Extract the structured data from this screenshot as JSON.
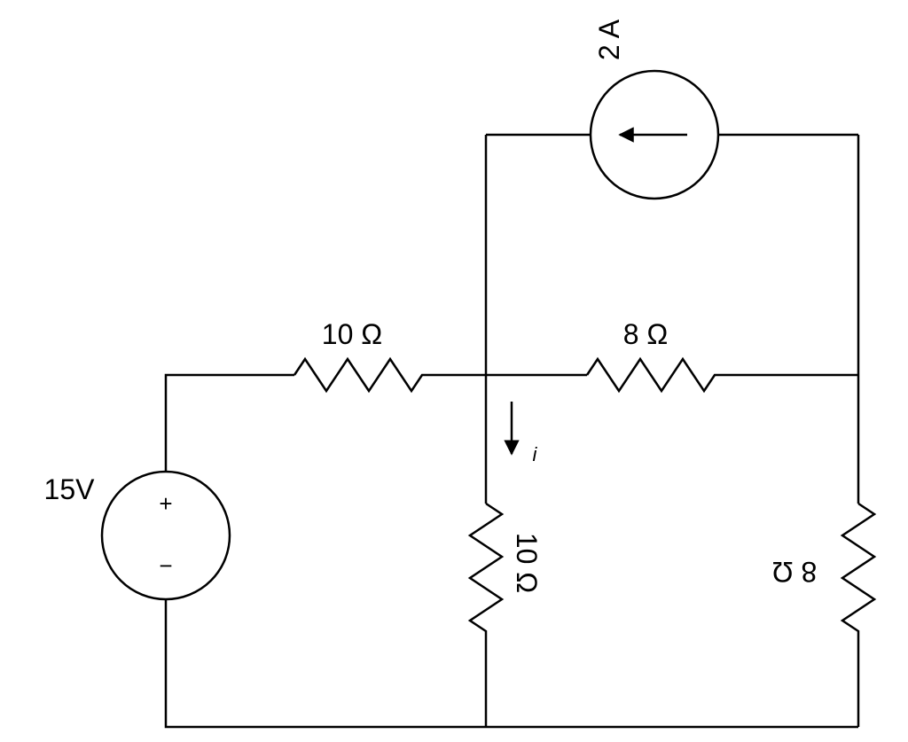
{
  "voltage_source": {
    "label": "15V",
    "plus": "+",
    "minus": "−"
  },
  "current_source": {
    "label": "2 A"
  },
  "resistors": {
    "top_left": "10 Ω",
    "top_right": "8 Ω",
    "middle_vertical": "10 Ω",
    "right_vertical": "8 Ω"
  },
  "current_label": "i"
}
